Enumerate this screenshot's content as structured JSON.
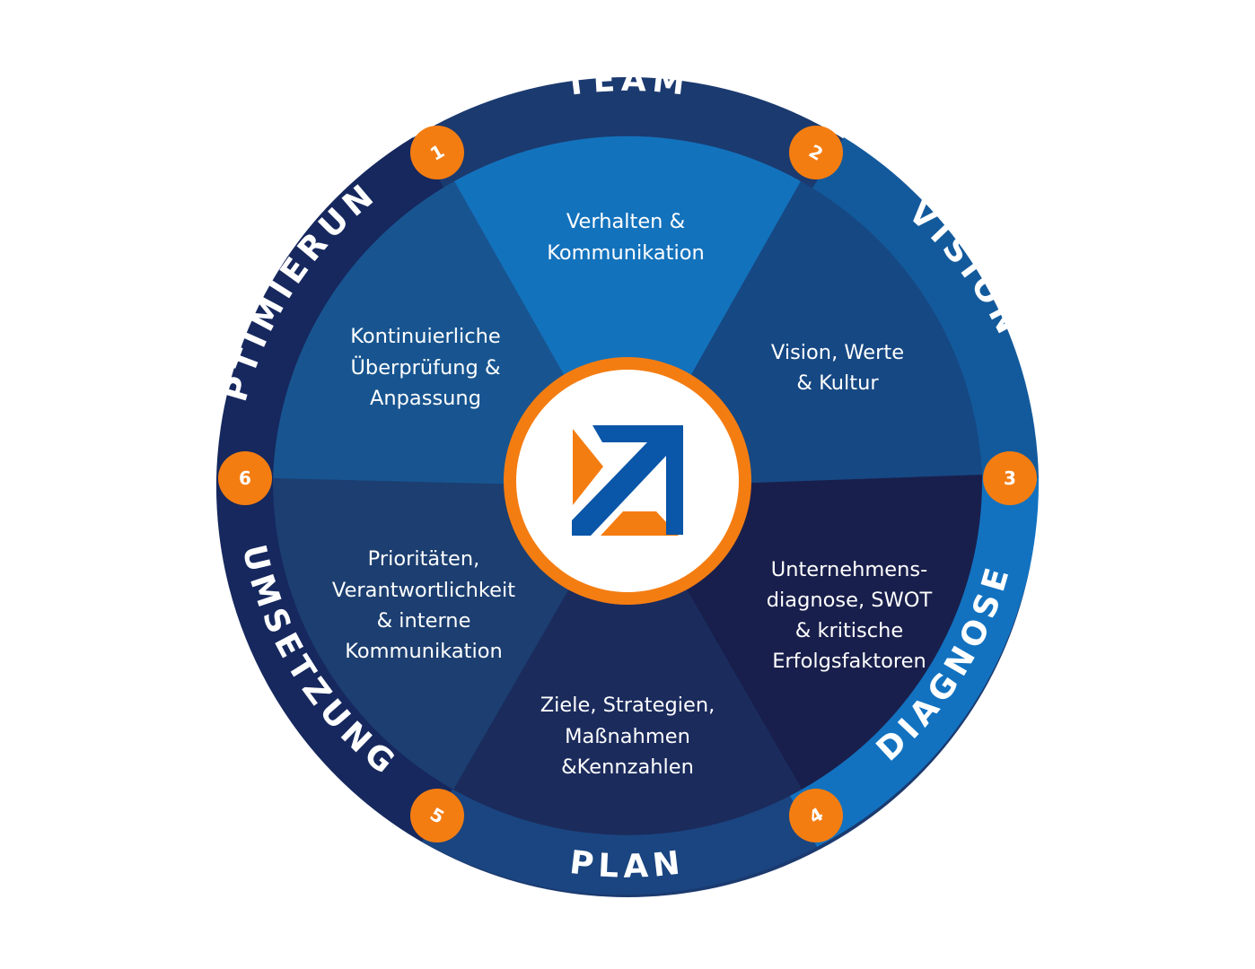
{
  "colors": {
    "ring_outer_default": "#1b3a6f",
    "ring_vision": "#135a9c",
    "ring_diagnose": "#1272c0",
    "ring_plan": "#1a4580",
    "ring_umsetzung": "#16285e",
    "ring_optimierung": "#16285e",
    "seg_team": "#1372bc",
    "seg_vision": "#164883",
    "seg_diagnose": "#191f4c",
    "seg_plan": "#1b2b5c",
    "seg_umsetzung": "#1c3e70",
    "seg_optimierung": "#185590",
    "orange": "#f47d12",
    "logo_blue": "#0a56a8"
  },
  "ring_labels": {
    "team": "TEAM",
    "vision": "VISION",
    "diagnose": "DIAGNOSE",
    "plan": "PLAN",
    "umsetzung": "UMSETZUNG",
    "optimierung": "OPTIMIERUNG"
  },
  "badges": [
    "1",
    "2",
    "3",
    "4",
    "5",
    "6"
  ],
  "segments": {
    "team": {
      "line1": "Verhalten &",
      "line2": "Kommunikation"
    },
    "vision": {
      "line1": "Vision, Werte",
      "line2": "& Kultur"
    },
    "diagnose": {
      "line1": "Unternehmens-",
      "line2": "diagnose, SWOT",
      "line3": "& kritische",
      "line4": "Erfolgsfaktoren"
    },
    "plan": {
      "line1": "Ziele, Strategien,",
      "line2": "Maßnahmen",
      "line3": "&Kennzahlen"
    },
    "umsetzung": {
      "line1": "Prioritäten,",
      "line2": "Verantwortlichkeit",
      "line3": "& interne",
      "line4": "Kommunikation"
    },
    "optimierung": {
      "line1": "Kontinuierliche",
      "line2": "Überprüfung &",
      "line3": "Anpassung"
    }
  },
  "center_icon": "arrow-logo-icon"
}
